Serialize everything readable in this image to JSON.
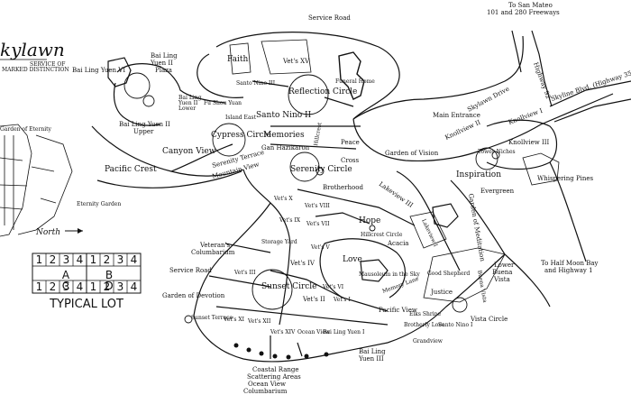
{
  "logo": {
    "title": "kylawn",
    "service1": "SERVICE OF",
    "service2": "MARKED DISTINCTION"
  },
  "north_label": "North",
  "lot": {
    "title": "TYPICAL LOT",
    "numbers": [
      "1",
      "2",
      "3",
      "4",
      "1",
      "2",
      "3",
      "4"
    ],
    "letters": [
      "A",
      "B",
      "C",
      "D"
    ]
  },
  "labels": {
    "service_road_top": "Service Road",
    "to_san_mateo": "To San Mateo",
    "freeways": "101 and 280 Freeways",
    "skylawn_drive": "Skylawn Drive",
    "highway92": "Highway 92",
    "skyline_blvd": "Skyline Blvd. (Highway 35)",
    "faith": "Faith",
    "vets_xv": "Vet's XV",
    "santo_nino_iii": "Santo Nino III",
    "funeral_home": "Funeral Home",
    "reflection_circle": "Reflection Circle",
    "bai_ling_vi": "Bai Ling Yuen VI",
    "bai_ling_ii_plaza_1": "Bai Ling",
    "bai_ling_ii_plaza_2": "Yuen II",
    "bai_ling_ii_plaza_3": "Plaza",
    "bai_ling_ii_lower_1": "Bai Ling",
    "bai_ling_ii_lower_2": "Yuen II",
    "bai_ling_ii_lower_3": "Lower",
    "fu_shou_yuan": "Fu Shou Yuan",
    "bai_ling_ii_upper_1": "Bai Ling Yuen II",
    "bai_ling_ii_upper_2": "Upper",
    "island_east": "Island East",
    "santo_nino_ii": "Santo Nino II",
    "memories": "Memories",
    "hillcrest": "Hillcrest",
    "peace": "Peace",
    "cross": "Cross",
    "cypress_circle": "Cypress Circle",
    "gan_nazikaron": "Gan Hazikaron",
    "serenity_circle": "Serenity Circle",
    "canyon_view": "Canyon View",
    "pacific_crest": "Pacific Crest",
    "serenity_terrace": "Serenity Terrace",
    "mountain_view": "Mountain View",
    "brotherhood": "Brotherhood",
    "garden_of_vision": "Garden of Vision",
    "main_entrance": "Main Entrance",
    "knollview_ii": "Knollview II",
    "knollview_i": "Knollview I",
    "knollview_iii": "Knollview III",
    "tower_niches": "Tower Niches",
    "inspiration": "Inspiration",
    "whispering_pines": "Whispering Pines",
    "evergreen": "Evergreen",
    "garden_of_meditation": "Garden of Meditation",
    "lakeview_iii": "Lakeview III",
    "lakeview_i": "Lakeview I",
    "hope": "Hope",
    "hillcrest_circle": "Hillcrest Circle",
    "acacia": "Acacia",
    "vets_x": "Vet's X",
    "vets_viii": "Vet's VIII",
    "vets_ix": "Vet's IX",
    "vets_vii": "Vet's VII",
    "vets_v": "Vet's V",
    "storage_yard": "Storage Yard",
    "vets_iv": "Vet's IV",
    "vets_ii": "Vet's II",
    "vets_i": "Vet's I",
    "vets_vi": "Vet's VI",
    "vets_xi": "Vet's XI",
    "vets_xii": "Vet's XII",
    "vets_xiv": "Vet's XIV",
    "vets_iii": "Vet's III",
    "veterans_columbarium_1": "Veteran's",
    "veterans_columbarium_2": "Columbarium",
    "service_road_left": "Service Road",
    "sunset_circle": "Sunset Circle",
    "garden_of_devotion": "Garden of Devotion",
    "sunset_terrace": "Sunset Terrace",
    "ocean_view": "Ocean View",
    "bai_ling_i": "Bai Ling Yuen I",
    "bai_ling_iii_1": "Bai Ling",
    "bai_ling_iii_2": "Yuen III",
    "coastal_range_1": "Coastal Range",
    "coastal_range_2": "Scattering Areas",
    "ocean_view_col_1": "Ocean View",
    "ocean_view_col_2": "Columbarium",
    "love": "Love",
    "mausoleum": "Mausoleum in the Sky",
    "memory_lane": "Memory Lane",
    "good_shepherd": "Good Shepherd",
    "justice": "Justice",
    "pacific_view": "Pacific View",
    "elks_shrine": "Elks Shrine",
    "brotherly_love": "Brotherly Love",
    "santo_nino_i": "Santo Nino I",
    "grandview": "Grandview",
    "vista_circle": "Vista Circle",
    "lower_buena_vista_1": "Lower",
    "lower_buena_vista_2": "Buena",
    "lower_buena_vista_3": "Vista",
    "buena_vista": "Buena Vista",
    "to_half_moon_1": "To Half Moon Bay",
    "to_half_moon_2": "and Highway 1",
    "eternity_garden": "Eternity Garden",
    "garden_of_eternity": "Garden of Eternity"
  }
}
